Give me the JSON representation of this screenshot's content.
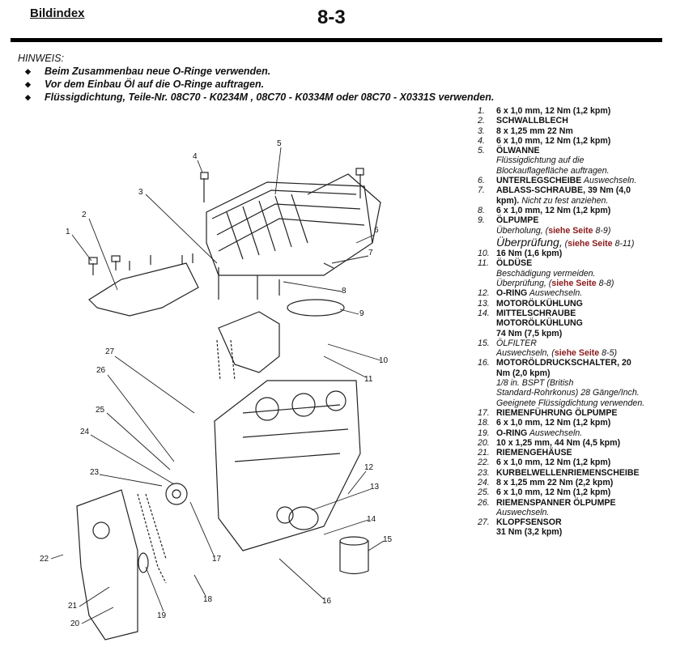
{
  "header": {
    "title": "Bildindex",
    "page": "8-3"
  },
  "note": {
    "title": "HINWEIS:",
    "bullets": [
      "Beim Zusammenbau neue O-Ringe verwenden.",
      "Vor dem Einbau Öl auf die O-Ringe auftragen.",
      "Flüssigdichtung, Teile-Nr. 08C70 - K0234M , 08C70 - K0334M oder 08C70 - X0331S verwenden."
    ]
  },
  "legend": [
    {
      "num": "1.",
      "lines": [
        [
          {
            "t": "6 x 1,0 mm, 12 Nm (1,2 kpm)",
            "s": "b"
          }
        ]
      ]
    },
    {
      "num": "2.",
      "lines": [
        [
          {
            "t": "SCHWALLBLECH",
            "s": "b"
          }
        ]
      ]
    },
    {
      "num": "3.",
      "lines": [
        [
          {
            "t": "8 x 1,25 mm 22 Nm",
            "s": "b"
          }
        ]
      ]
    },
    {
      "num": "4.",
      "lines": [
        [
          {
            "t": "6 x 1,0 mm, 12 Nm (1,2 kpm)",
            "s": "b"
          }
        ]
      ]
    },
    {
      "num": "5.",
      "lines": [
        [
          {
            "t": "ÖLWANNE",
            "s": "b"
          }
        ],
        [
          {
            "t": "Flüssigdichtung auf die",
            "s": "i"
          }
        ],
        [
          {
            "t": "Blockauflagefläche auftragen.",
            "s": "i"
          }
        ]
      ]
    },
    {
      "num": "6.",
      "lines": [
        [
          {
            "t": "UNTERLEGSCHEIBE",
            "s": "b"
          },
          {
            "t": " Auswechseln.",
            "s": "i"
          }
        ]
      ]
    },
    {
      "num": "7.",
      "lines": [
        [
          {
            "t": "ABLASS-SCHRAUBE, 39 Nm (4,0",
            "s": "b"
          }
        ],
        [
          {
            "t": "kpm).",
            "s": "b"
          },
          {
            "t": " Nicht zu fest anziehen.",
            "s": "i"
          }
        ]
      ]
    },
    {
      "num": "8.",
      "lines": [
        [
          {
            "t": "6 x 1,0 mm, 12 Nm (1,2 kpm)",
            "s": "b"
          }
        ]
      ]
    },
    {
      "num": "9.",
      "lines": [
        [
          {
            "t": "ÖLPUMPE",
            "s": "b"
          }
        ],
        [
          {
            "t": "Überholung, (",
            "s": "i"
          },
          {
            "t": "siehe Seite",
            "s": "l"
          },
          {
            "t": " 8-9)",
            "s": "i"
          }
        ],
        [
          {
            "t": "Überprüfung,",
            "s": "big"
          },
          {
            "t": " (",
            "s": "i"
          },
          {
            "t": "siehe Seite",
            "s": "l"
          },
          {
            "t": " 8-11)",
            "s": "i"
          }
        ]
      ]
    },
    {
      "num": "10.",
      "lines": [
        [
          {
            "t": "16 Nm (1,6 kpm)",
            "s": "b"
          }
        ]
      ]
    },
    {
      "num": "11.",
      "lines": [
        [
          {
            "t": "ÖLDÜSE",
            "s": "b"
          }
        ],
        [
          {
            "t": "Beschädigung vermeiden.",
            "s": "i"
          }
        ],
        [
          {
            "t": "Überprüfung, (",
            "s": "i"
          },
          {
            "t": "siehe Seite",
            "s": "l"
          },
          {
            "t": " 8-8)",
            "s": "i"
          }
        ]
      ]
    },
    {
      "num": "12.",
      "lines": [
        [
          {
            "t": "O-RING",
            "s": "b"
          },
          {
            "t": " Auswechseln.",
            "s": "i"
          }
        ]
      ]
    },
    {
      "num": "13.",
      "lines": [
        [
          {
            "t": "MOTORÖLKÜHLUNG",
            "s": "b"
          }
        ]
      ]
    },
    {
      "num": "14.",
      "lines": [
        [
          {
            "t": "MITTELSCHRAUBE",
            "s": "b"
          }
        ],
        [
          {
            "t": "MOTORÖLKÜHLUNG",
            "s": "b"
          }
        ],
        [
          {
            "t": "74 Nm (7,5 kpm)",
            "s": "b"
          }
        ]
      ]
    },
    {
      "num": "15.",
      "lines": [
        [
          {
            "t": "ÖLFILTER",
            "s": "i"
          }
        ],
        [
          {
            "t": "Auswechseln, (",
            "s": "i"
          },
          {
            "t": "siehe Seite",
            "s": "l"
          },
          {
            "t": " 8-5)",
            "s": "i"
          }
        ]
      ]
    },
    {
      "num": "16.",
      "lines": [
        [
          {
            "t": "MOTORÖLDRUCKSCHALTER, 20",
            "s": "b"
          }
        ],
        [
          {
            "t": "Nm (2,0 kpm)",
            "s": "b"
          }
        ],
        [
          {
            "t": "1/8 in. BSPT (British",
            "s": "i"
          }
        ],
        [
          {
            "t": "Standard-Rohrkonus) 28 Gänge/Inch.",
            "s": "i"
          }
        ],
        [
          {
            "t": "Geeignete Flüssigdichtung verwenden.",
            "s": "i"
          }
        ]
      ]
    },
    {
      "num": "17.",
      "lines": [
        [
          {
            "t": "RIEMENFÜHRUNG ÖLPUMPE",
            "s": "b"
          }
        ]
      ]
    },
    {
      "num": "18.",
      "lines": [
        [
          {
            "t": "6 x 1,0 mm, 12 Nm (1,2 kpm)",
            "s": "b"
          }
        ]
      ]
    },
    {
      "num": "19.",
      "lines": [
        [
          {
            "t": "O-RING",
            "s": "b"
          },
          {
            "t": " Auswechseln.",
            "s": "i"
          }
        ]
      ]
    },
    {
      "num": "20.",
      "lines": [
        [
          {
            "t": "10 x 1,25 mm, 44 Nm (4,5 kpm)",
            "s": "b"
          }
        ]
      ]
    },
    {
      "num": "21.",
      "lines": [
        [
          {
            "t": "RIEMENGEHÄUSE",
            "s": "b"
          }
        ]
      ]
    },
    {
      "num": "22.",
      "lines": [
        [
          {
            "t": "6 x 1,0 mm, 12 Nm (1,2 kpm)",
            "s": "b"
          }
        ]
      ]
    },
    {
      "num": "23.",
      "lines": [
        [
          {
            "t": "KURBELWELLENRIEMENSCHEIBE",
            "s": "b"
          }
        ]
      ]
    },
    {
      "num": "24.",
      "lines": [
        [
          {
            "t": "8 x 1,25 mm 22 Nm (2,2 kpm)",
            "s": "b"
          }
        ]
      ]
    },
    {
      "num": "25.",
      "lines": [
        [
          {
            "t": "6 x 1,0 mm, 12 Nm (1,2 kpm)",
            "s": "b"
          }
        ]
      ]
    },
    {
      "num": "26.",
      "lines": [
        [
          {
            "t": "RIEMENSPANNER ÖLPUMPE",
            "s": "b"
          }
        ],
        [
          {
            "t": "Auswechseln.",
            "s": "i"
          }
        ]
      ]
    },
    {
      "num": "27.",
      "lines": [
        [
          {
            "t": "KLOPFSENSOR",
            "s": "b"
          }
        ],
        [
          {
            "t": "31 Nm (3,2 kpm)",
            "s": "b"
          }
        ]
      ]
    }
  ],
  "diagram": {
    "callouts": [
      "1",
      "2",
      "3",
      "4",
      "5",
      "6",
      "7",
      "8",
      "9",
      "10",
      "11",
      "12",
      "13",
      "14",
      "15",
      "16",
      "17",
      "18",
      "19",
      "20",
      "21",
      "22",
      "23",
      "24",
      "25",
      "26",
      "27"
    ]
  },
  "colors": {
    "link": "#8b1a1a",
    "rule": "#000000"
  }
}
